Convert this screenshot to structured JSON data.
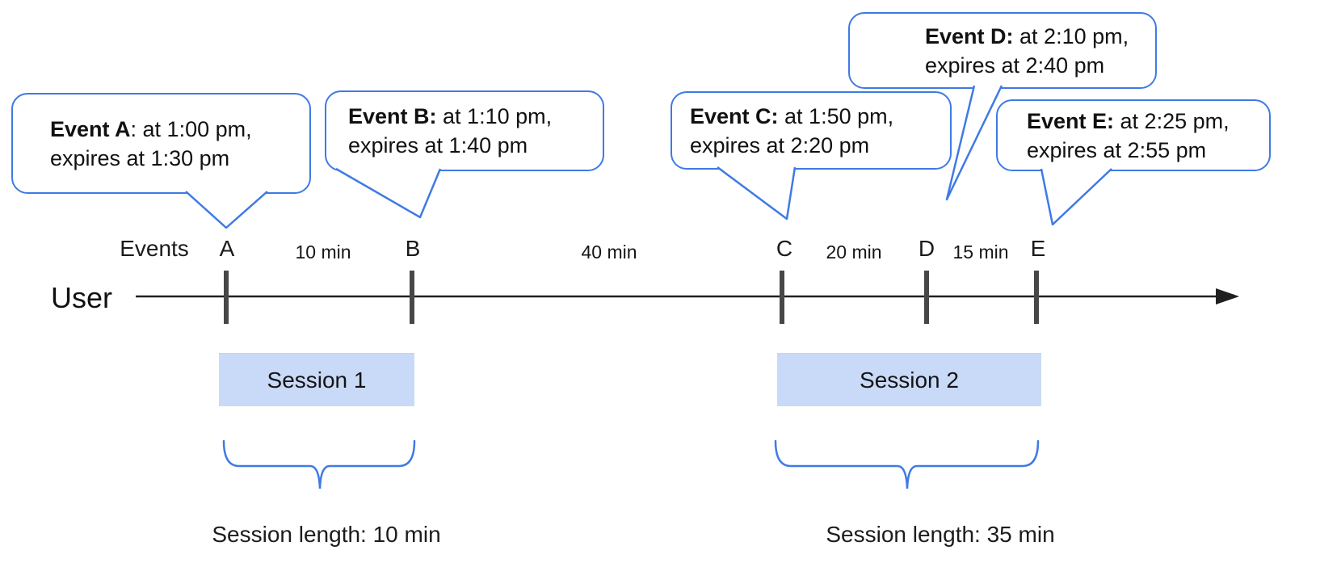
{
  "diagram": {
    "title_hint": "Event and session timeline",
    "bubbles": [
      {
        "id": "A",
        "bold": "Event A",
        "rest": ": at 1:00 pm,",
        "line2": "expires at 1:30 pm"
      },
      {
        "id": "B",
        "bold": "Event B:",
        "rest": " at 1:10 pm,",
        "line2": "expires at 1:40 pm"
      },
      {
        "id": "C",
        "bold": "Event C:",
        "rest": " at 1:50 pm,",
        "line2": "expires at 2:20 pm"
      },
      {
        "id": "D",
        "bold": "Event D:",
        "rest": " at 2:10 pm,",
        "line2": "expires at 2:40 pm"
      },
      {
        "id": "E",
        "bold": "Event E:",
        "rest": " at 2:25 pm,",
        "line2": "expires at 2:55 pm"
      }
    ],
    "axis": {
      "events_label": "Events",
      "user_label": "User",
      "ticks": [
        "A",
        "B",
        "C",
        "D",
        "E"
      ],
      "intervals": [
        "10 min",
        "40 min",
        "20 min",
        "15 min"
      ]
    },
    "sessions": [
      {
        "label": "Session 1",
        "length_label": "Session length: 10 min"
      },
      {
        "label": "Session 2",
        "length_label": "Session length: 35 min"
      }
    ],
    "colors": {
      "accent_blue": "#3f7ae4",
      "session_fill": "#c9daf8",
      "tick_gray": "#474747",
      "line_black": "#202020"
    }
  }
}
